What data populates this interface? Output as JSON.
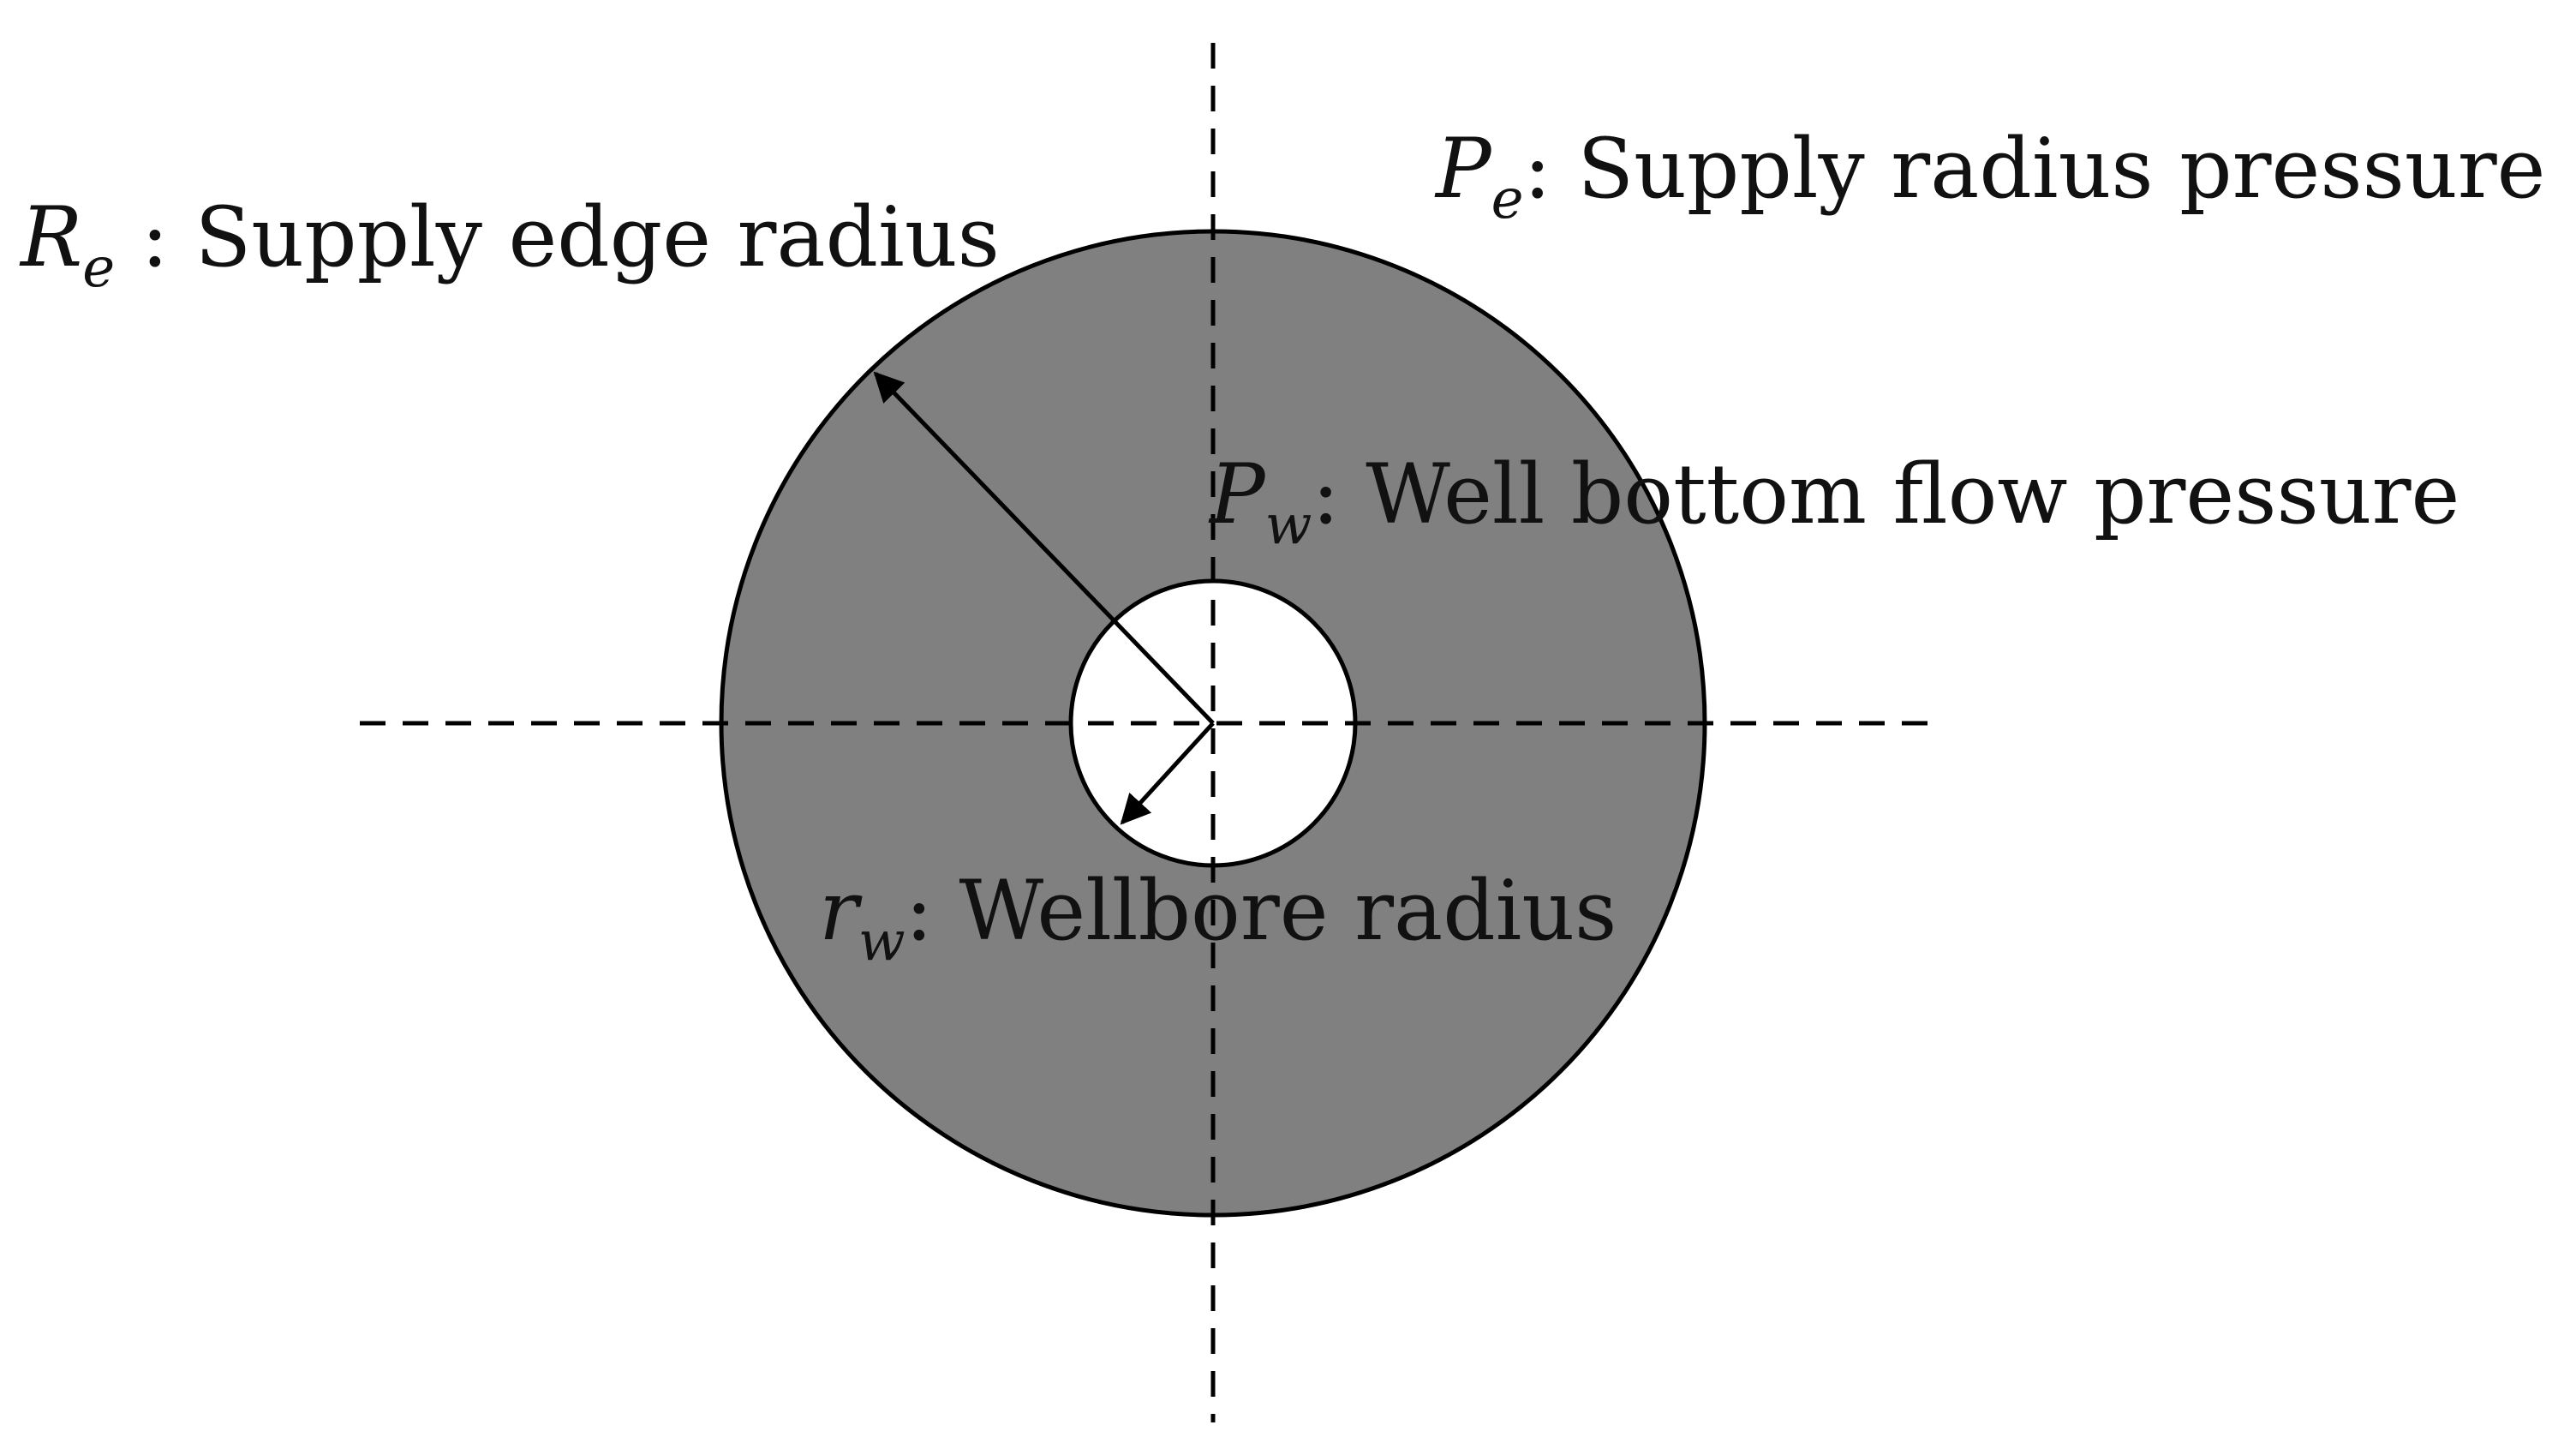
{
  "labels": {
    "supply_edge_radius": {
      "symbol": "R",
      "subscript": "e",
      "separator": " : ",
      "text": "Supply edge radius"
    },
    "supply_radius_pressure": {
      "symbol": "P",
      "subscript": "e",
      "separator": ": ",
      "text": "Supply radius pressure"
    },
    "well_bottom_flow_pressure": {
      "symbol": "P",
      "subscript": "w",
      "separator": ": ",
      "text": "Well bottom flow pressure"
    },
    "wellbore_radius": {
      "symbol": "r",
      "subscript": "w",
      "separator": ": ",
      "text": "Wellbore radius"
    }
  },
  "colors": {
    "formation_fill": "#808080",
    "wellbore_fill": "#ffffff",
    "stroke": "#000000"
  }
}
